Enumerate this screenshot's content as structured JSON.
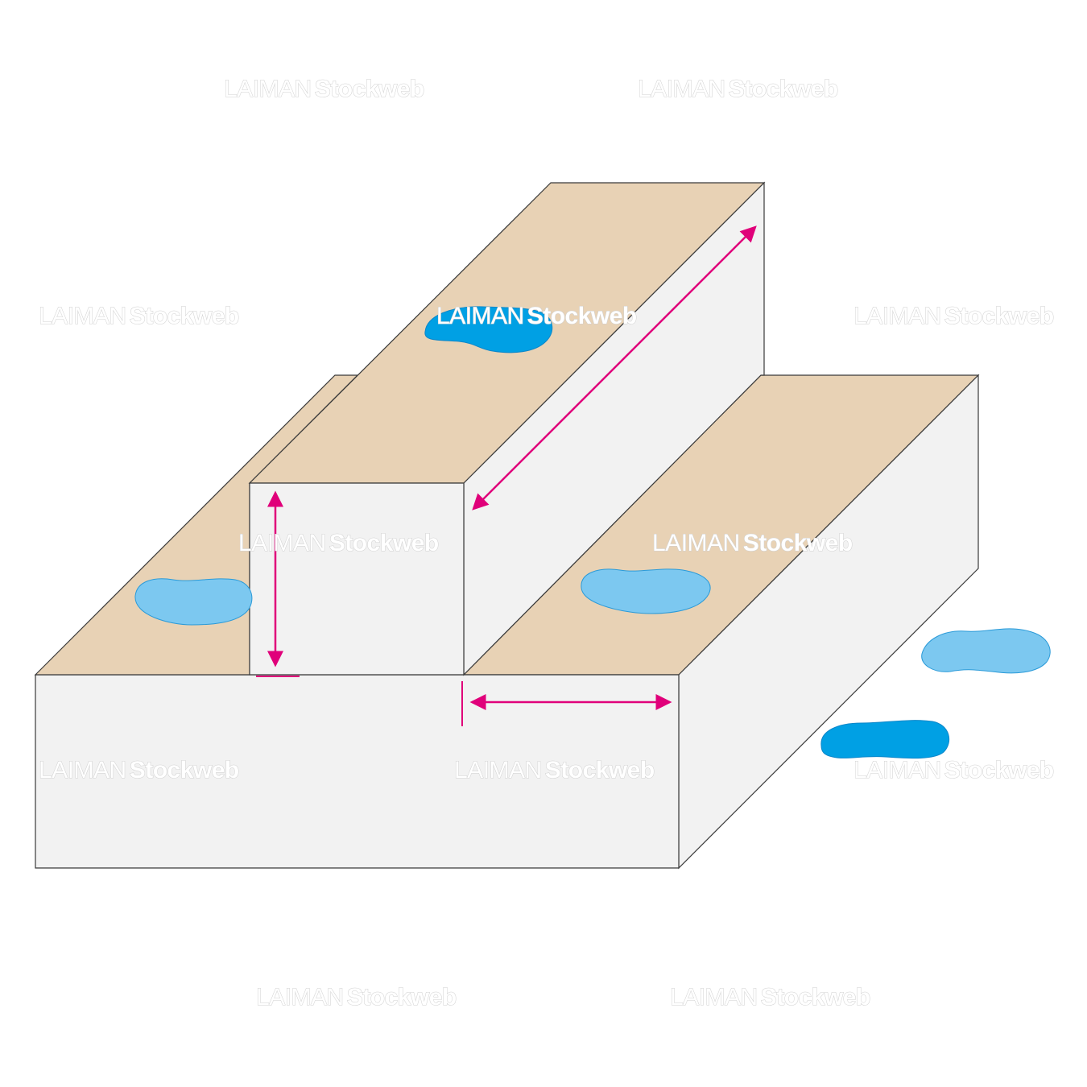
{
  "watermark": {
    "brand": "LAIMAN",
    "suffix": "Stockweb"
  },
  "colors": {
    "tread": "#e8d2b5",
    "riser": "#f2f2f2",
    "outline": "#3a3a3a",
    "dimension": "#e0007a",
    "puddle_light": "#7cc8f0",
    "puddle_dark": "#00a0e4"
  },
  "icons": {
    "dimension_arrow": "double-headed-arrow",
    "footprint": "footprint-icon"
  }
}
